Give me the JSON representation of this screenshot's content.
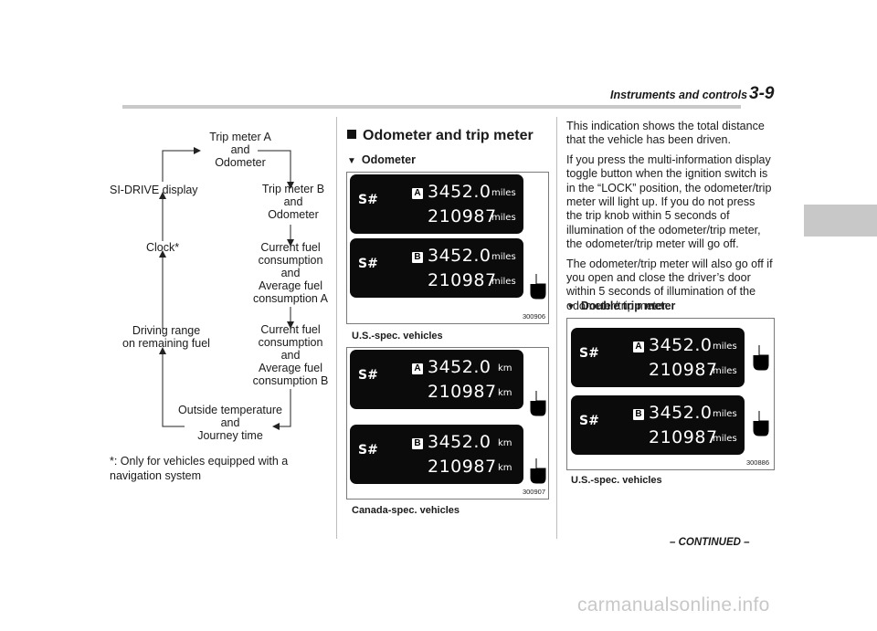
{
  "header": {
    "section_title": "Instruments and controls",
    "page_number": "3-9"
  },
  "flow": {
    "labels": {
      "trip_a": "Trip meter A\nand\nOdometer",
      "trip_b": "Trip meter B\nand\nOdometer",
      "current_fuel_a": "Current fuel\nconsumption\nand\nAverage fuel\nconsumption A",
      "current_fuel_b": "Current fuel\nconsumption\nand\nAverage fuel\nconsumption B",
      "outside_temp": "Outside temperature\nand\nJourney time",
      "si_drive": "SI-DRIVE display",
      "clock": "Clock*",
      "driving_range": "Driving range\non remaining fuel"
    },
    "footnote": "*: Only for vehicles equipped with a navigation system"
  },
  "odometer": {
    "section_title": "Odometer and trip meter",
    "subsection": "Odometer",
    "shf_glyph": "S#",
    "trip_value": "3452.0",
    "odo_value": "210987",
    "badge_a": "A",
    "badge_b": "B",
    "fig_us": {
      "caption": "U.S.-spec. vehicles",
      "number": "300906",
      "unit_trip": "miles",
      "unit_odo": "miles"
    },
    "fig_ca": {
      "caption": "Canada-spec. vehicles",
      "number": "300907",
      "unit_trip": "km",
      "unit_odo": "km"
    }
  },
  "body": {
    "para1": "This indication shows the total distance that the vehicle has been driven.",
    "para2": "If you press the multi-information display toggle button when the ignition switch is in the “LOCK” position, the odometer/trip meter will light up. If you do not press the trip knob within 5 seconds of illumination of the odometer/trip meter, the odometer/trip meter will go off.",
    "para3": "The odometer/trip meter will also go off if you open and close the driver’s door within 5 seconds of illumination of the odometer/trip meter.",
    "subsection": "Double trip meter",
    "fig_double": {
      "caption": "U.S.-spec. vehicles",
      "number": "300886",
      "unit_trip": "miles",
      "unit_odo": "miles"
    }
  },
  "footer": {
    "continued": "– CONTINUED –",
    "watermark": "carmanualsonline.info"
  }
}
